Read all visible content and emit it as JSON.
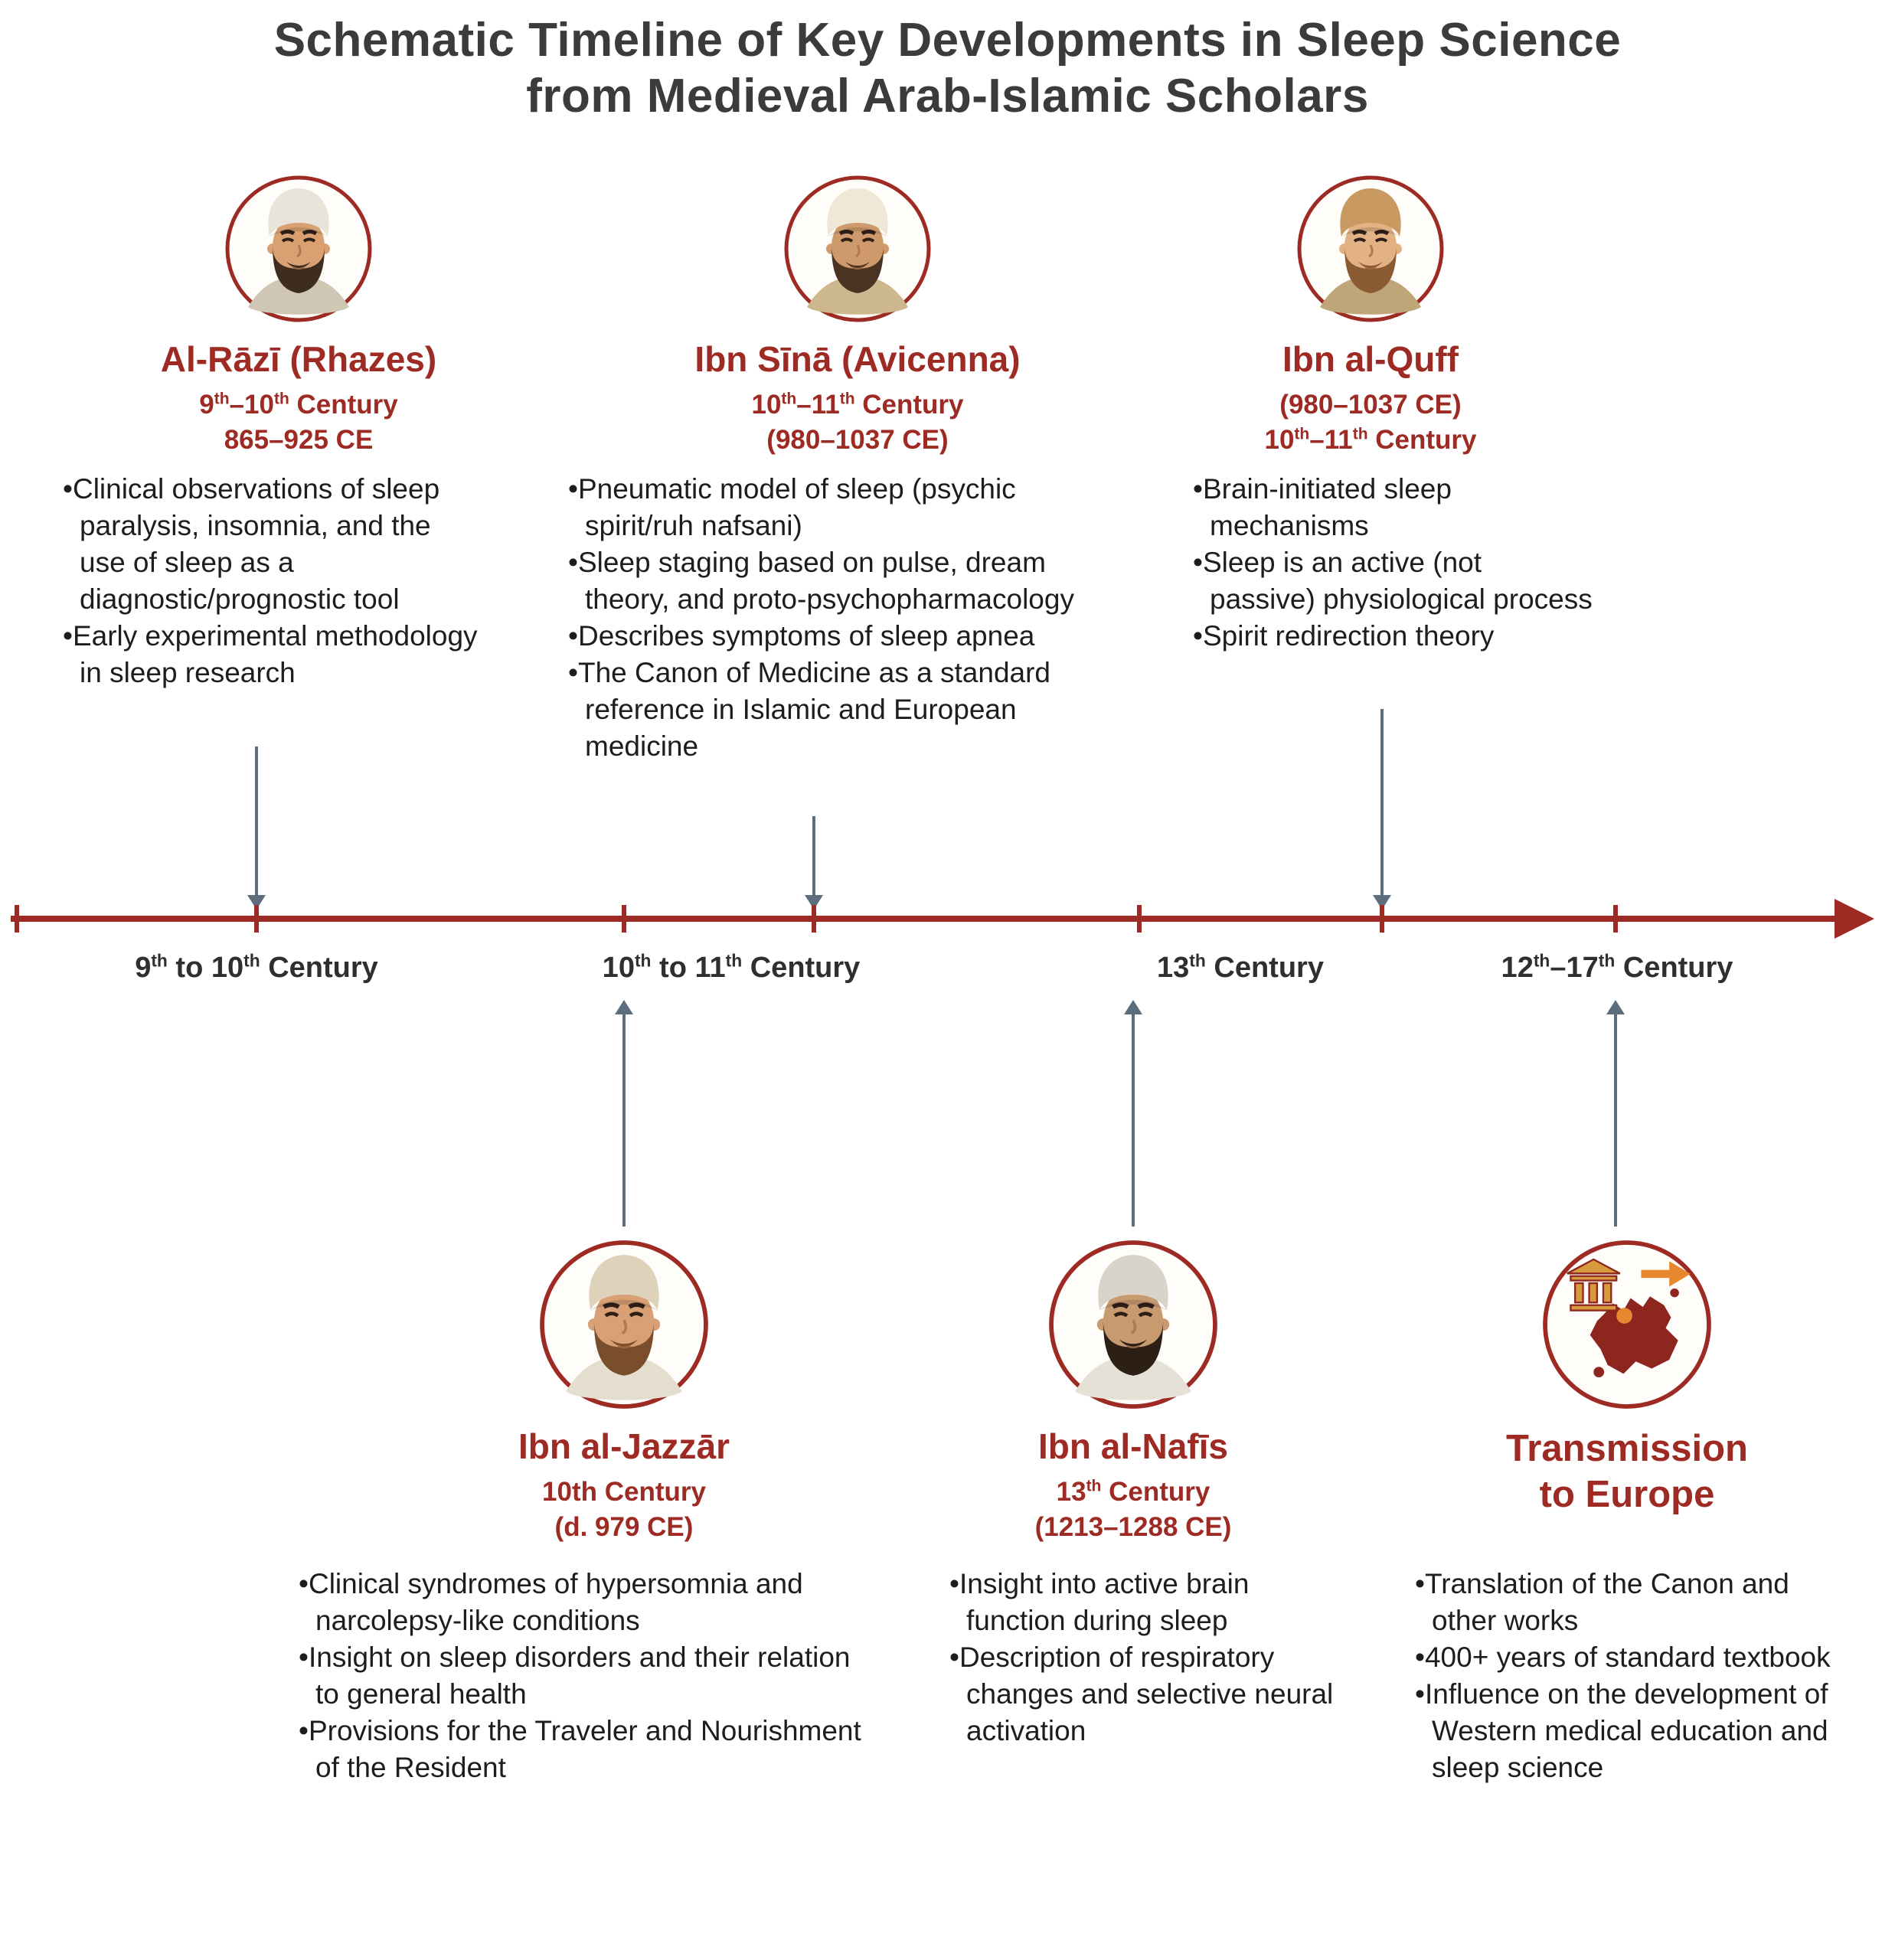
{
  "title": "Schematic Timeline of Key Developments in Sleep Science from Medieval Arab-Islamic Scholars",
  "colors": {
    "accent_maroon": "#9e2a24",
    "timeline_red": "#9e2a24",
    "arrow_gray": "#5c6d7e",
    "title_gray": "#3b3b3b",
    "body_text": "#1d1d1d"
  },
  "timeline": {
    "labels": [
      "9th to 10th Century",
      "10th to 11th Century",
      "13th Century",
      "12th–17th Century"
    ]
  },
  "scholars": {
    "alrazi": {
      "name": "Al-Rāzī (Rhazes)",
      "line1": "9th–10th Century",
      "line2": "865–925 CE",
      "bullets": [
        "Clinical observations of sleep paralysis, insomnia, and the use of sleep as a diagnostic/prognostic tool",
        "Early experimental methodology in sleep research"
      ]
    },
    "ibnsina": {
      "name": "Ibn Sīnā (Avicenna)",
      "line1": "10th–11th Century",
      "line2": "(980–1037 CE)",
      "bullets": [
        "Pneumatic model of sleep (psychic spirit/ruh nafsani)",
        "Sleep staging based on pulse, dream theory, and proto-psychopharmacology",
        "Describes symptoms of sleep apnea",
        "The Canon of Medicine as a standard reference in Islamic and European medicine"
      ]
    },
    "ibnalquff": {
      "name": "Ibn al-Quff",
      "line1": "(980–1037 CE)",
      "line2": "10th–11th Century",
      "bullets": [
        "Brain-initiated sleep mechanisms",
        "Sleep is an active (not passive) physiological process",
        "Spirit redirection theory"
      ]
    },
    "ibnaljazzar": {
      "name": "Ibn al-Jazzār",
      "line1": "10th Century",
      "line2": "(d. 979 CE)",
      "bullets": [
        "Clinical syndromes of hypersomnia and narcolepsy-like conditions",
        "Insight on sleep disorders and their relation to general health",
        "Provisions for the Traveler and Nourishment of the Resident"
      ]
    },
    "ibnalnafis": {
      "name": "Ibn al-Nafīs",
      "line1": "13th Century",
      "line2": "(1213–1288 CE)",
      "bullets": [
        "Insight into active brain function during sleep",
        "Description of respiratory changes and selective neural activation"
      ]
    },
    "transmission": {
      "name": "Transmission to Europe",
      "bullets": [
        "Translation of the Canon and other works",
        "400+ years of standard textbook",
        "Influence on the development of Western medical education and sleep science"
      ]
    }
  }
}
